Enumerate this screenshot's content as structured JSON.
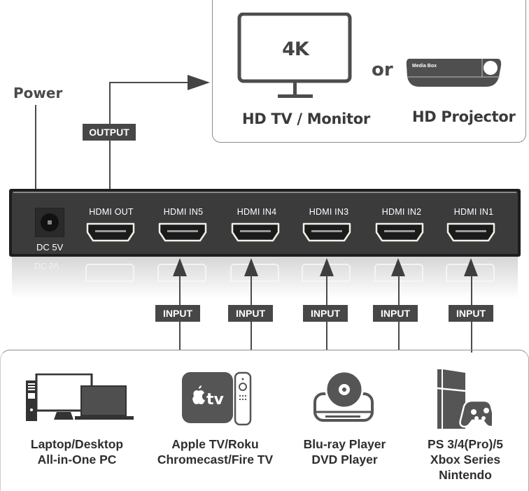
{
  "display_box": {
    "monitor_badge": "4K",
    "monitor_label": "HD TV / Monitor",
    "or_label": "or",
    "projector_badge": "Media Box",
    "projector_label": "HD Projector"
  },
  "labels": {
    "power": "Power",
    "output": "OUTPUT",
    "input": "INPUT"
  },
  "device": {
    "power_port_label": "DC 5V",
    "ports": [
      {
        "id": "out",
        "label": "HDMI OUT"
      },
      {
        "id": "in5",
        "label": "HDMI IN5"
      },
      {
        "id": "in4",
        "label": "HDMI IN4"
      },
      {
        "id": "in3",
        "label": "HDMI IN3"
      },
      {
        "id": "in2",
        "label": "HDMI IN2"
      },
      {
        "id": "in1",
        "label": "HDMI IN1"
      }
    ]
  },
  "colors": {
    "device_body": "#3b3b3b",
    "tag_background": "#474747",
    "line": "#4a4a4a",
    "icon_gray": "#555555"
  },
  "sources": [
    {
      "icon": "computer-icon",
      "line1": "Laptop/Desktop",
      "line2": "All-in-One PC",
      "line3": ""
    },
    {
      "icon": "apple-tv-icon",
      "line1": "Apple TV/Roku",
      "line2": "Chromecast/Fire TV",
      "line3": "",
      "badge": "tv"
    },
    {
      "icon": "disc-player-icon",
      "line1": "Blu-ray Player",
      "line2": "DVD Player",
      "line3": ""
    },
    {
      "icon": "game-console-icon",
      "line1": "PS 3/4(Pro)/5",
      "line2": "Xbox Series",
      "line3": "Nintendo"
    }
  ]
}
